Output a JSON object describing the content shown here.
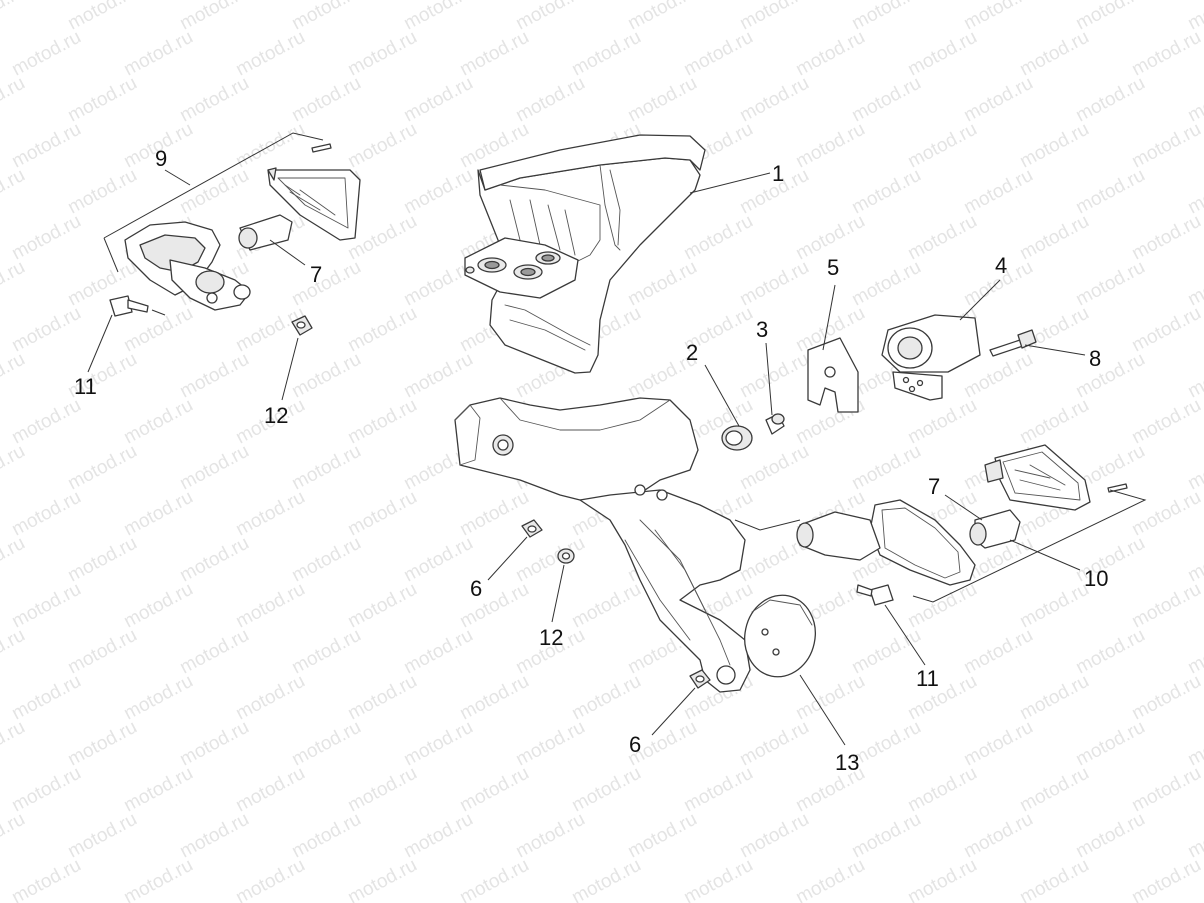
{
  "watermark": "motod.ru",
  "callouts": [
    {
      "id": "c1",
      "label": "1"
    },
    {
      "id": "c2",
      "label": "2"
    },
    {
      "id": "c3",
      "label": "3"
    },
    {
      "id": "c4",
      "label": "4"
    },
    {
      "id": "c5",
      "label": "5"
    },
    {
      "id": "c6a",
      "label": "6"
    },
    {
      "id": "c6b",
      "label": "6"
    },
    {
      "id": "c7a",
      "label": "7"
    },
    {
      "id": "c7b",
      "label": "7"
    },
    {
      "id": "c8",
      "label": "8"
    },
    {
      "id": "c9",
      "label": "9"
    },
    {
      "id": "c10",
      "label": "10"
    },
    {
      "id": "c11a",
      "label": "11"
    },
    {
      "id": "c11b",
      "label": "11"
    },
    {
      "id": "c12a",
      "label": "12"
    },
    {
      "id": "c12b",
      "label": "12"
    },
    {
      "id": "c13",
      "label": "13"
    }
  ]
}
